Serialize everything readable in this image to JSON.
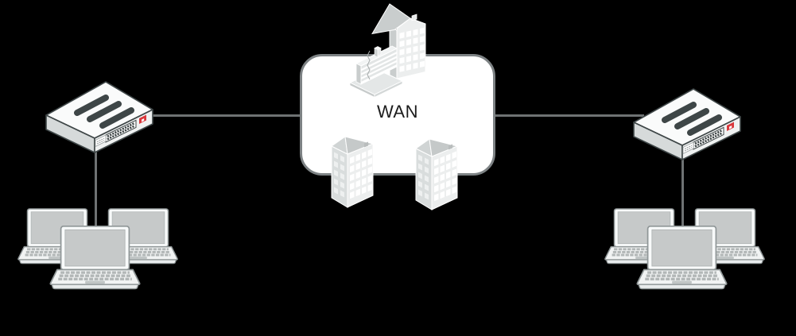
{
  "wan": {
    "label": "WAN"
  },
  "colors": {
    "background": "#000000",
    "connector_line": "#6e7273",
    "wan_box_fill": "#ffffff",
    "wan_box_border": "#7d8284",
    "device_outline": "#3e4647",
    "device_body": "#f4f5f5",
    "logo_red": "#d9383c",
    "laptop_screen": "#c6c9c9",
    "building_gray": "#eceeee"
  },
  "nodes": {
    "wan_cloud": {
      "name": "WAN",
      "icons": [
        "office-building",
        "tower-building",
        "tower-building"
      ]
    },
    "left_switch": {
      "icon": "network-switch"
    },
    "right_switch": {
      "icon": "network-switch"
    },
    "left_clients": {
      "icon": "laptop-group",
      "count": 3
    },
    "right_clients": {
      "icon": "laptop-group",
      "count": 3
    }
  },
  "links": [
    {
      "from": "left_switch",
      "to": "wan_cloud"
    },
    {
      "from": "wan_cloud",
      "to": "right_switch"
    },
    {
      "from": "left_switch",
      "to": "left_clients"
    },
    {
      "from": "right_switch",
      "to": "right_clients"
    }
  ]
}
